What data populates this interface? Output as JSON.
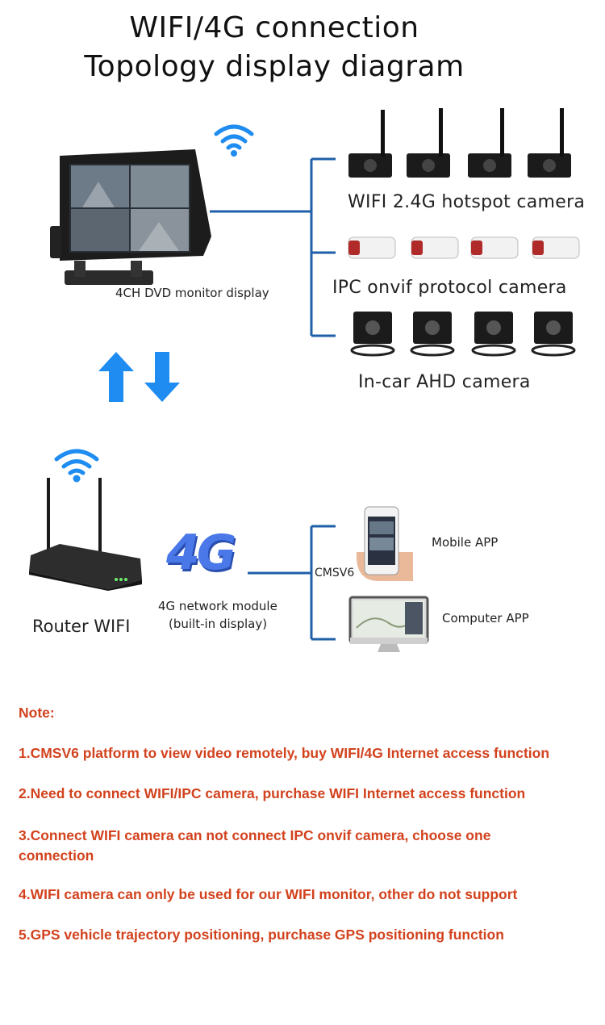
{
  "title": {
    "line1": "WIFI/4G connection",
    "line2": "Topology display diagram"
  },
  "monitor": {
    "label": "4CH DVD monitor display"
  },
  "cameras": {
    "wifi_label": "WIFI 2.4G hotspot camera",
    "ipc_label": "IPC onvif protocol camera",
    "ahd_label": "In-car AHD camera"
  },
  "router": {
    "label": "Router WIFI"
  },
  "module": {
    "badge": "4G",
    "line1": "4G network module",
    "line2": "(built-in display)"
  },
  "platform": {
    "label": "CMSV6",
    "mobile_label": "Mobile APP",
    "computer_label": "Computer  APP"
  },
  "notes": {
    "heading": "Note:",
    "items": [
      "1.CMSV6 platform to view video remotely, buy WIFI/4G Internet access function",
      "2.Need to connect WIFI/IPC camera, purchase WIFI Internet access function",
      "3.Connect WIFI camera can not connect IPC onvif camera, choose one connection",
      "4.WIFI camera can only be used for our WIFI monitor, other do not support",
      "5.GPS vehicle trajectory positioning, purchase GPS positioning function"
    ]
  },
  "colors": {
    "connector": "#1f5fa8",
    "arrow": "#1e8cf0",
    "wifi": "#1e8cf0",
    "note": "#d2421d"
  }
}
